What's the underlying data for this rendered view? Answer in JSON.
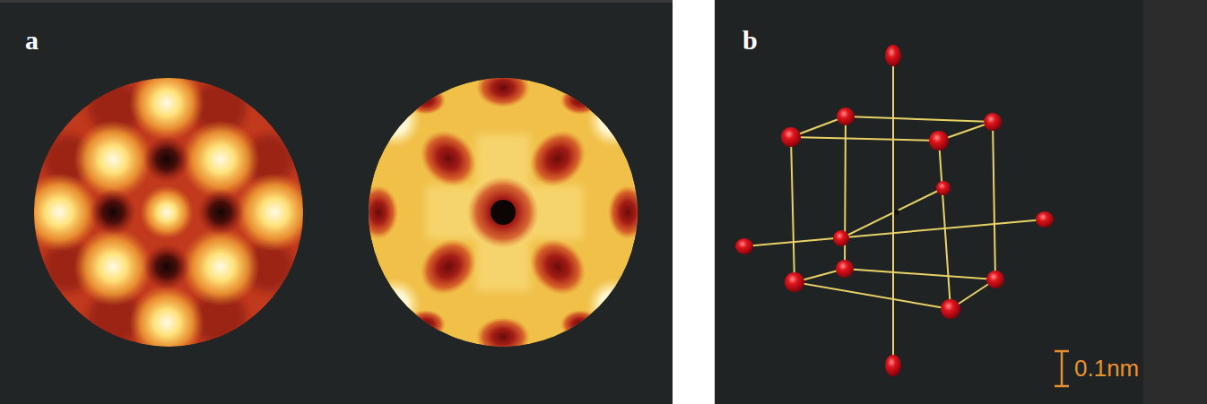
{
  "diagram": {
    "labels": [
      "a",
      "b",
      "0.1nm"
    ]
  }
}
